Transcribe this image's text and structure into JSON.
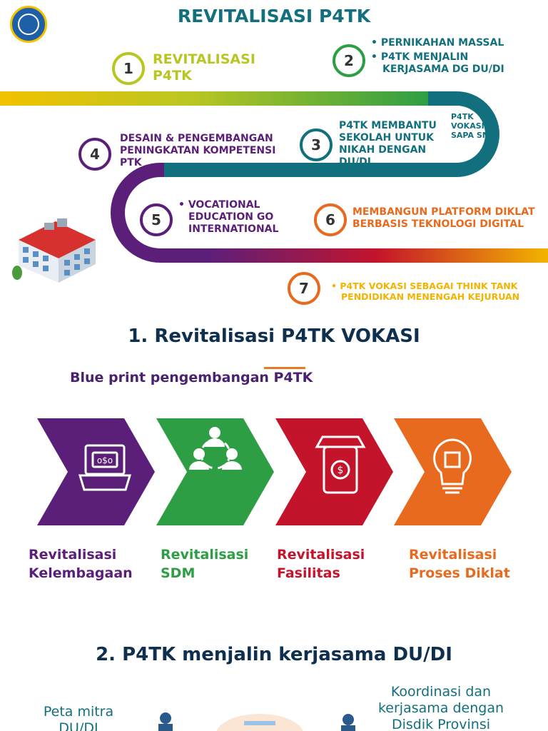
{
  "header": {
    "title": "REVITALISASI P4TK"
  },
  "roadmap": {
    "s1": {
      "num": "1",
      "line1": "REVITALISASI",
      "line2": "P4TK"
    },
    "s2": {
      "num": "2",
      "b1": "PERNIKAHAN MASSAL",
      "b2a": "P4TK MENJALIN",
      "b2b": "KERJASAMA DG DU/DI"
    },
    "road_note": {
      "l1": "P4TK",
      "l2": "VOKASI",
      "l3": "SAPA SMK"
    },
    "s3": {
      "num": "3",
      "l1": "P4TK MEMBANTU",
      "l2": "SEKOLAH UNTUK",
      "l3": "NIKAH DENGAN",
      "l4": "DU/DI"
    },
    "s4": {
      "num": "4",
      "l1": "DESAIN & PENGEMBANGAN",
      "l2": "PENINGKATAN KOMPETENSI",
      "l3": "PTK"
    },
    "s5": {
      "num": "5",
      "l1": "VOCATIONAL",
      "l2": "EDUCATION GO",
      "l3": "INTERNATIONAL"
    },
    "s6": {
      "num": "6",
      "l1": "MEMBANGUN PLATFORM DIKLAT",
      "l2": "BERBASIS TEKNOLOGI DIGITAL"
    },
    "s7": {
      "num": "7",
      "l1": "P4TK VOKASI SEBAGAI THINK TANK",
      "l2": "PENDIDIKAN MENENGAH KEJURUAN"
    }
  },
  "section1": {
    "title": "1. Revitalisasi P4TK  VOKASI",
    "subtitle": "Blue print pengembangan P4TK",
    "items": [
      {
        "l1": "Revitalisasi",
        "l2": "Kelembagaan",
        "color": "#5b1f7a",
        "icon": "laptop-money-icon"
      },
      {
        "l1": "Revitalisasi",
        "l2": "SDM",
        "color": "#2e9e45",
        "icon": "people-network-icon"
      },
      {
        "l1": "Revitalisasi",
        "l2": "Fasilitas",
        "color": "#c4142c",
        "icon": "mobile-shop-icon"
      },
      {
        "l1": "Revitalisasi",
        "l2": "Proses Diklat",
        "color": "#e86a1f",
        "icon": "lightbulb-chip-icon"
      }
    ]
  },
  "section2": {
    "title": "2. P4TK menjalin kerjasama  DU/DI",
    "left_l1": "Peta mitra",
    "left_l2": "DU/DI",
    "right_l1": "Koordinasi dan",
    "right_l2": "kerjasama dengan",
    "right_l3": "Disdik Provinsi"
  },
  "colors": {
    "teal": "#12707e",
    "lime": "#b9c622",
    "green": "#2e9e45",
    "purple": "#5b1f7a",
    "orange": "#e86a1f",
    "red": "#c4142c",
    "gold": "#f2b400"
  }
}
